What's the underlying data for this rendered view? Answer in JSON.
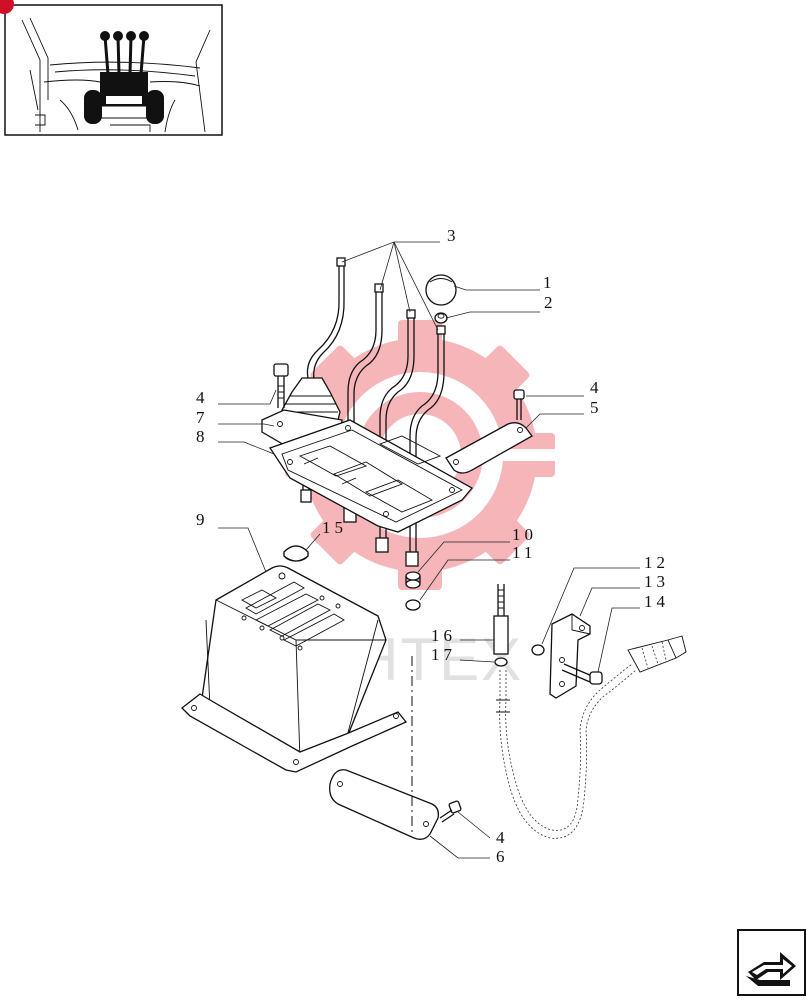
{
  "callouts": {
    "c1": "1",
    "c2": "2",
    "c3": "3",
    "c4a": "4",
    "c4b": "4",
    "c4c": "4",
    "c5": "5",
    "c6": "6",
    "c7": "7",
    "c8": "8",
    "c9": "9",
    "c10": "10",
    "c11": "11",
    "c12": "12",
    "c13": "13",
    "c14": "14",
    "c15": "15",
    "c16": "16",
    "c17": "17"
  },
  "watermark": {
    "text": "ИНТЕХ",
    "color": "#e8464f"
  },
  "colors": {
    "line": "#111111",
    "accent": "#d0102a",
    "background": "#ffffff"
  },
  "icons": {
    "next_page": "next-page-arrow-icon"
  }
}
